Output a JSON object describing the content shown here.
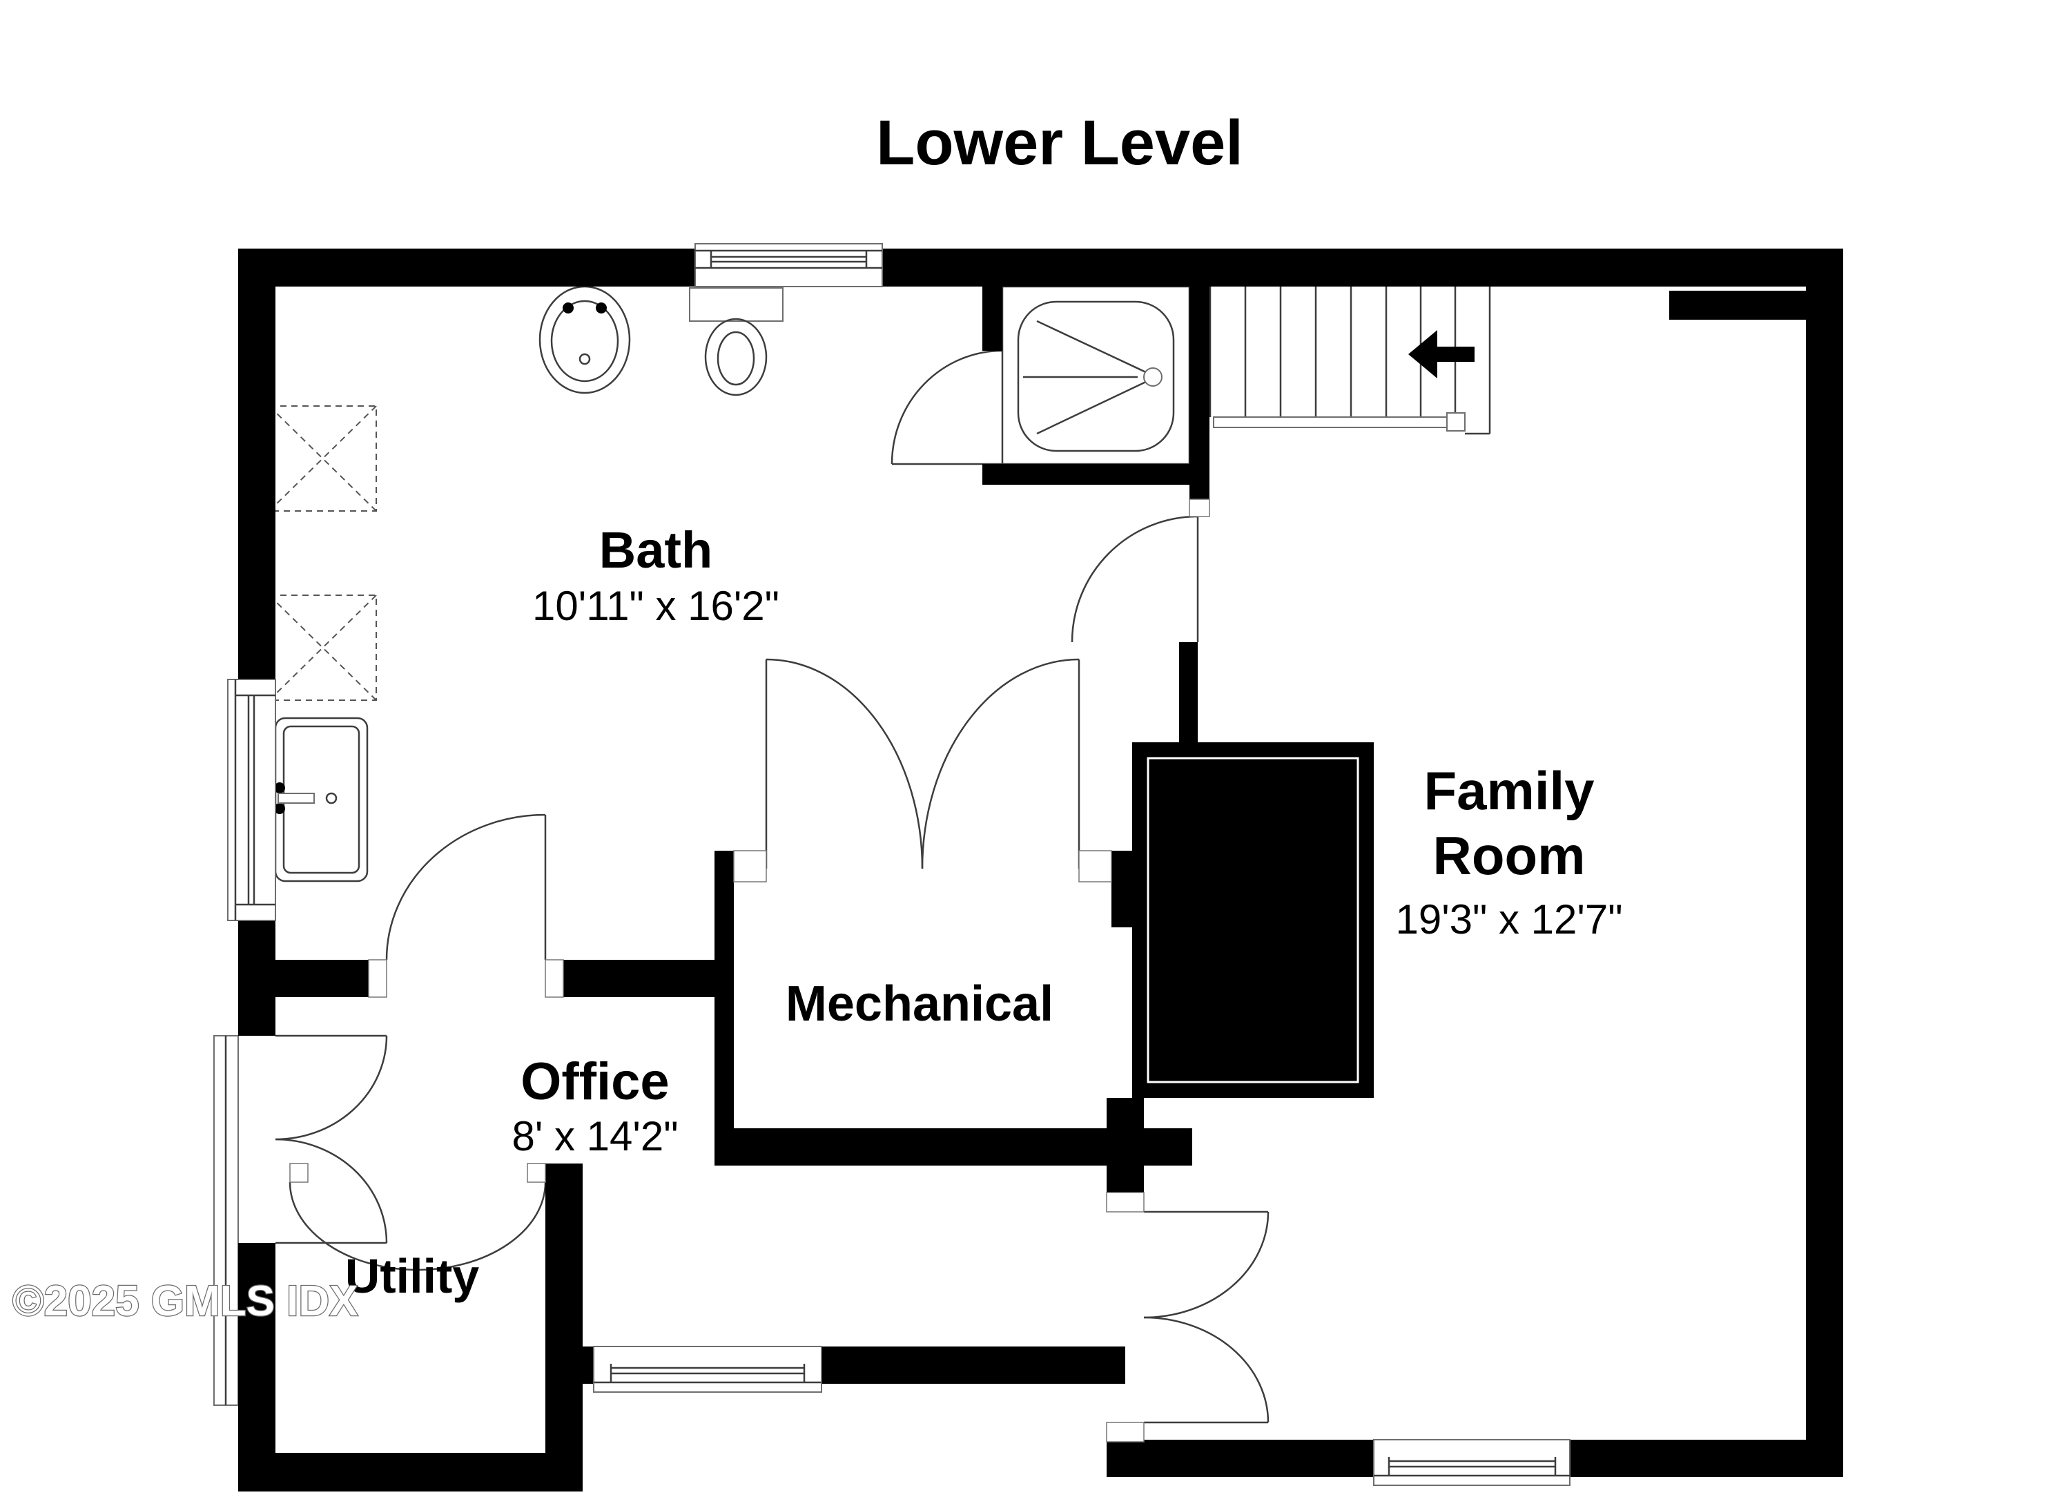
{
  "header": {
    "title": "Lower Level"
  },
  "floorplan": {
    "rooms": [
      {
        "name": "Bath",
        "dimensions": "10'11\" x 16'2\""
      },
      {
        "name": "Mechanical",
        "dimensions": ""
      },
      {
        "name": "Family Room",
        "name_line1": "Family",
        "name_line2": "Room",
        "dimensions": "19'3\" x 12'7\""
      },
      {
        "name": "Office",
        "dimensions": "8' x 14'2\""
      },
      {
        "name": "Utility",
        "dimensions": ""
      }
    ],
    "icons": [
      "stairs-direction-arrow-icon",
      "shower-icon",
      "toilet-icon",
      "pedestal-sink-icon",
      "utility-sink-icon",
      "chimney-block-icon",
      "window-icon",
      "door-swing-icon"
    ],
    "colors": {
      "walls": "#000000",
      "background": "#ffffff",
      "lines": "#3d3d3d"
    }
  },
  "watermark": {
    "text": "©2025 GMLS IDX"
  }
}
